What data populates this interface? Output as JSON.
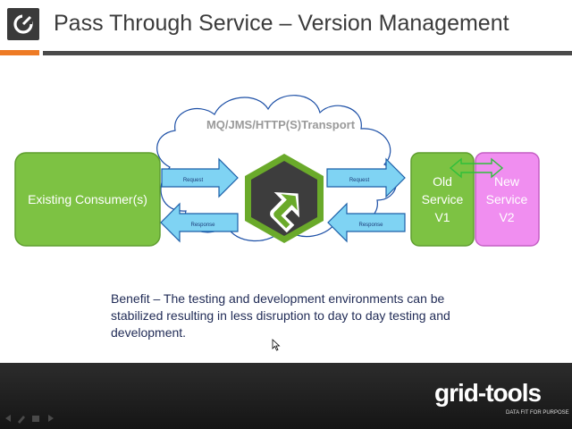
{
  "header": {
    "title": "Pass Through Service – Version Management"
  },
  "diagram": {
    "transport_label": "MQ/JMS/HTTP(S)Transport",
    "consumer_label": "Existing Consumer(s)",
    "left_request_label": "Request",
    "left_response_label": "Response",
    "right_request_label": "Request",
    "right_response_label": "Response",
    "old_service": {
      "line1": "Old",
      "line2": "Service",
      "line3": "V1"
    },
    "new_service": {
      "line1": "New",
      "line2": "Service",
      "line3": "V2"
    },
    "hub_icon": "arrow-up-right-icon"
  },
  "benefit_text": "Benefit – The testing and development environments can be stabilized resulting in less disruption to day to day testing and development.",
  "footer": {
    "brand": "grid-tools",
    "tagline": "DATA FIT FOR PURPOSE"
  },
  "colors": {
    "accent_orange": "#ee7b25",
    "consumer_green": "#7dc243",
    "arrow_blue": "#7fd3f3",
    "new_service_pink": "#f08ef0",
    "hub_dark": "#3d3d3d",
    "hub_green": "#6aaa2a"
  }
}
